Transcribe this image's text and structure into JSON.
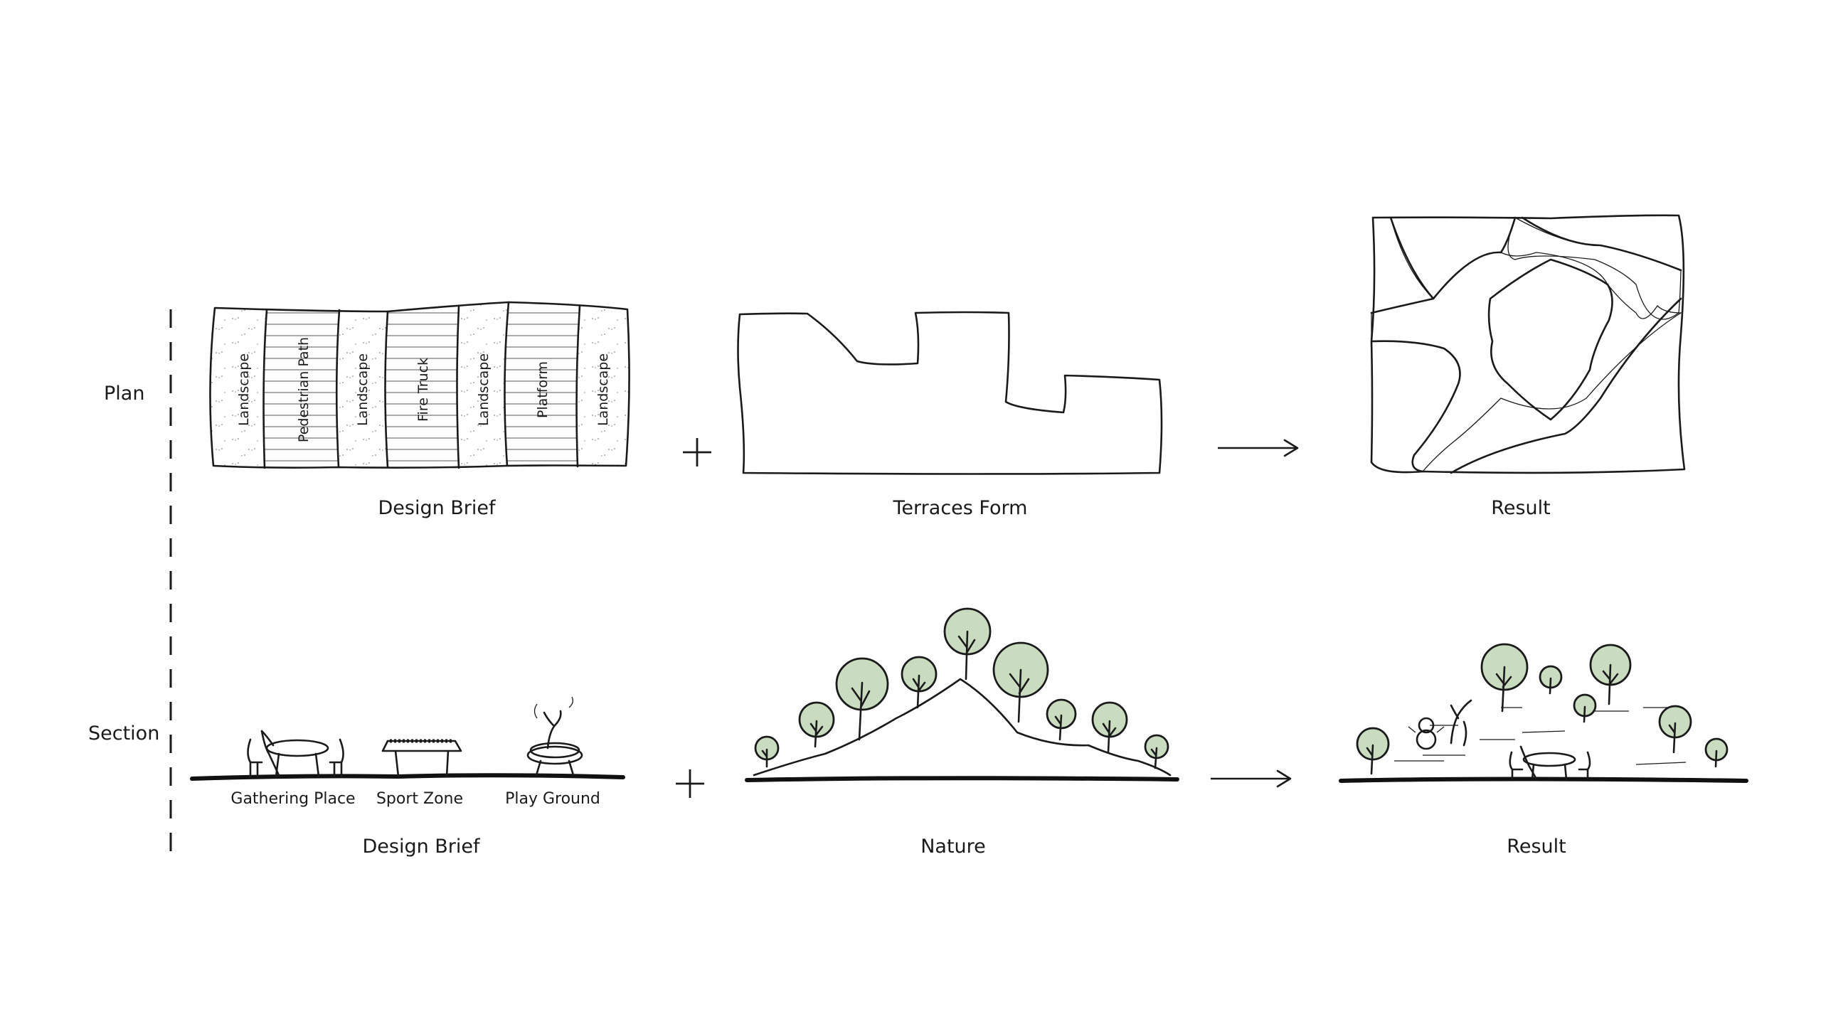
{
  "rows": {
    "plan_label": "Plan",
    "section_label": "Section"
  },
  "plan": {
    "design_brief_caption": "Design Brief",
    "terraces_caption": "Terraces Form",
    "result_caption": "Result",
    "strips": [
      "Landscape",
      "Pedestrian Path",
      "Landscape",
      "Fire Truck",
      "Landscape",
      "Platform",
      "Landscape"
    ]
  },
  "section": {
    "design_brief_caption": "Design Brief",
    "nature_caption": "Nature",
    "result_caption": "Result",
    "zones": [
      "Gathering Place",
      "Sport Zone",
      "Play Ground"
    ]
  },
  "operators": {
    "plus": "+",
    "arrow": "→"
  },
  "colors": {
    "ink": "#1a1a1a",
    "tree_fill": "#c9dcc0",
    "background": "#ffffff"
  }
}
